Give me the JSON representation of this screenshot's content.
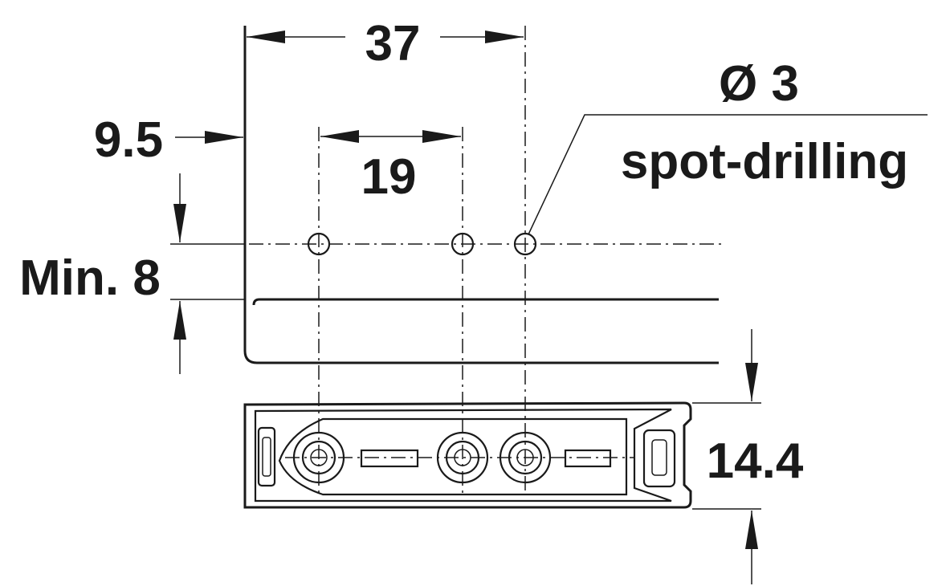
{
  "dimensions": {
    "pitch_outer": "37",
    "edge_offset": "9.5",
    "pitch_inner": "19",
    "min_edge": "Min. 8",
    "height": "14.4"
  },
  "callout": {
    "diameter": "Ø 3",
    "note": "spot-drilling"
  },
  "colors": {
    "ink": "#1a1a1a",
    "background": "#ffffff"
  }
}
